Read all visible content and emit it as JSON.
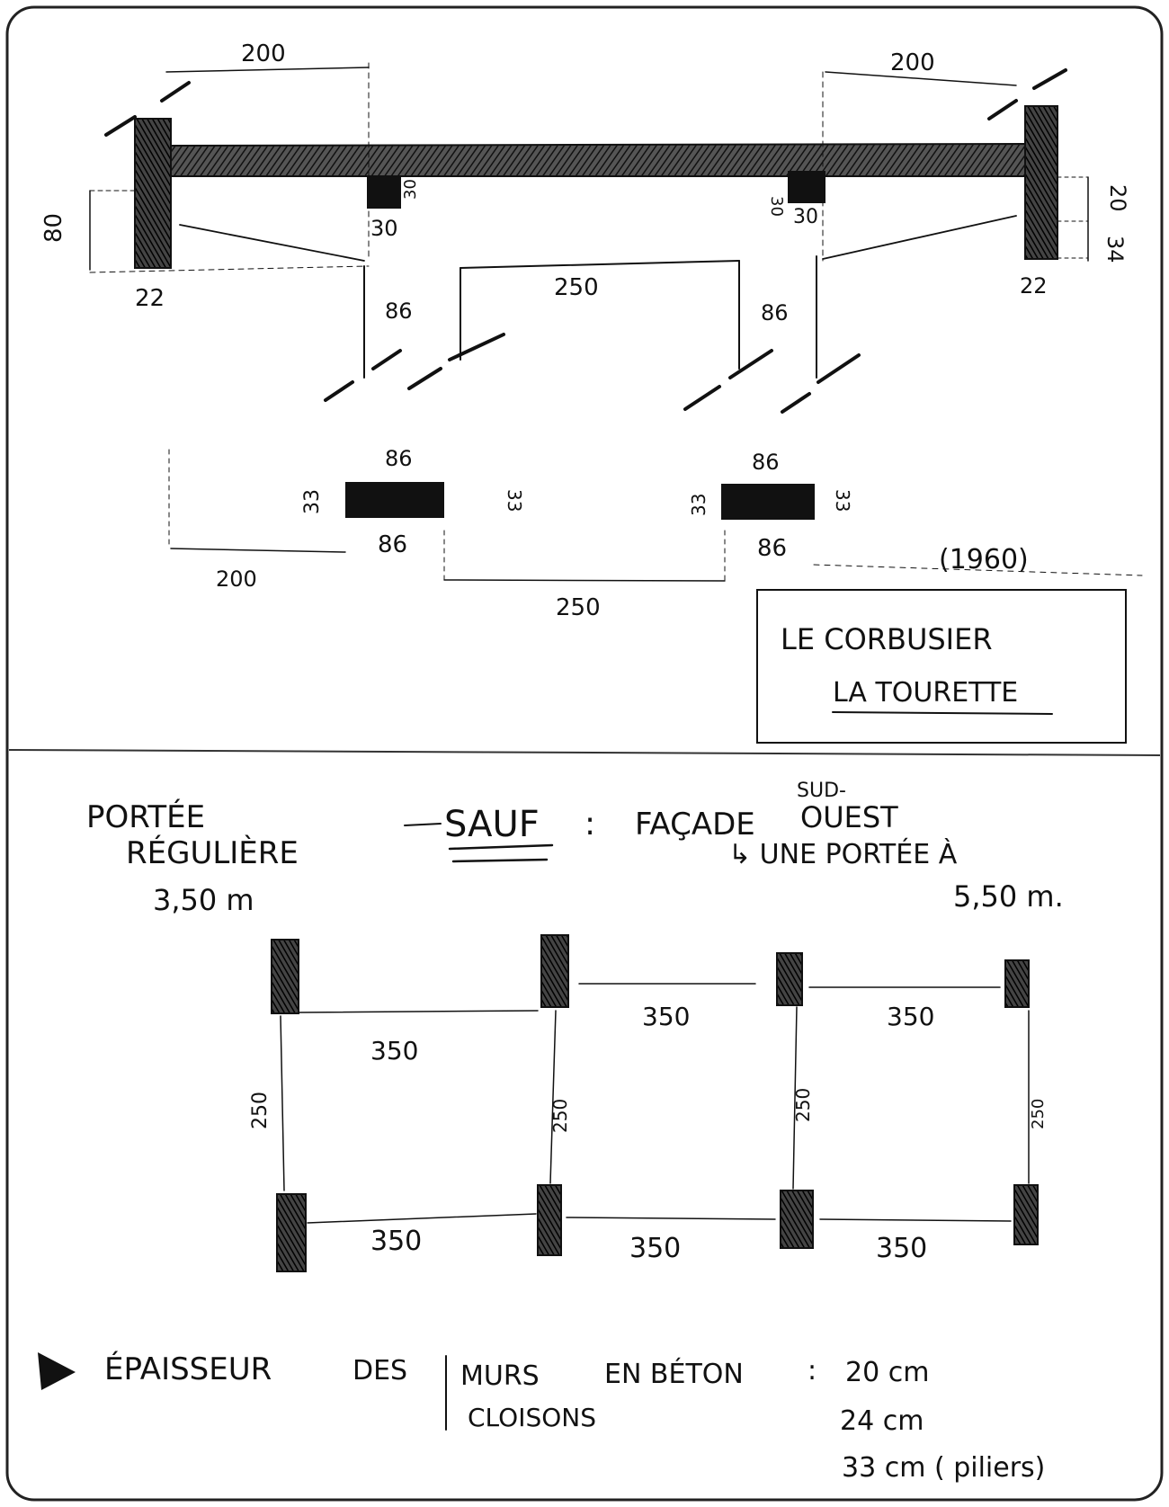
{
  "top": {
    "dims_200_left": "200",
    "dims_200_right": "200",
    "dim_80": "80",
    "dim_22_left": "22",
    "dim_22_right": "22",
    "dim_30_a": "30",
    "dim_30_b": "30",
    "dim_30_c": "30",
    "dim_30_d": "30",
    "dim_86_a": "86",
    "dim_86_b": "86",
    "dim_250": "250",
    "dim_20": "20",
    "dim_34": "34"
  },
  "plan": {
    "d86_tl": "86",
    "d86_bl": "86",
    "d86_tr": "86",
    "d86_br": "86",
    "d33_a": "33",
    "d33_b": "33",
    "d33_c": "33",
    "d33_d": "33",
    "d200": "200",
    "d250": "250",
    "year": "(1960)"
  },
  "title_box": {
    "line1": "LE CORBUSIER",
    "line2": "LA TOURETTE"
  },
  "notes": {
    "portee": "PORTÉE",
    "reguliere": "RÉGULIÈRE",
    "span": "3,50 m",
    "sauf": "SAUF",
    "colon": ":",
    "facade": "FAÇADE",
    "sud": "SUD-",
    "ouest": "OUEST",
    "une_portee": "↳ UNE PORTÉE À",
    "span2": "5,50 m."
  },
  "grid": {
    "d350_1": "350",
    "d350_2": "350",
    "d350_3": "350",
    "d350_4": "350",
    "d350_5": "350",
    "d350_6": "350",
    "d250_1": "250",
    "d250_2": "250",
    "d250_3": "250",
    "d250_4": "250"
  },
  "legend": {
    "epaisseur": "ÉPAISSEUR",
    "des": "DES",
    "murs": "MURS",
    "en_beton": "EN BÉTON",
    "colon": ":",
    "cloisons": "CLOISONS",
    "v1": "20 cm",
    "v2": "24 cm",
    "v3": "33 cm ( piliers)"
  }
}
